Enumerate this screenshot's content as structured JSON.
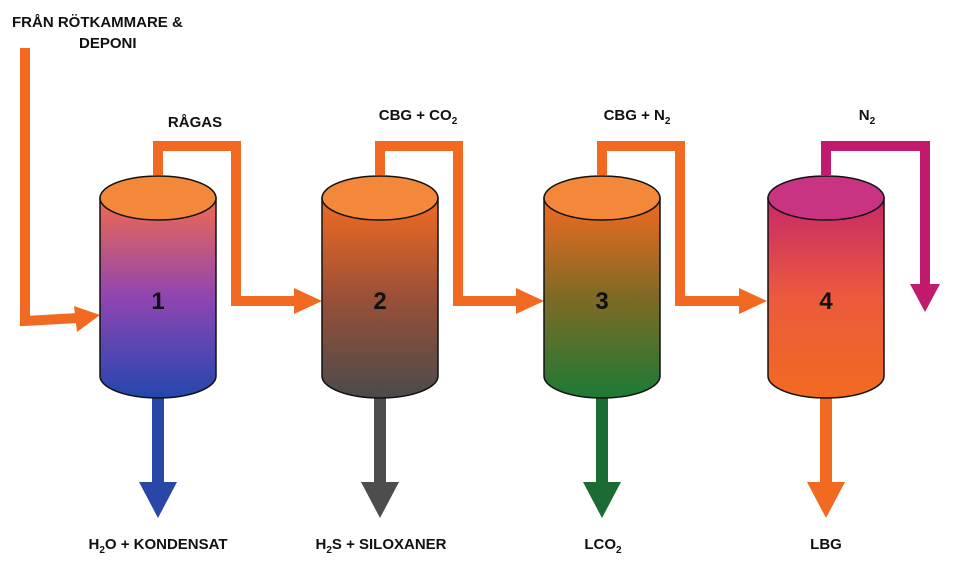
{
  "source_label": {
    "line1": "FRÅN RÖTKAMMARE &",
    "line2": "DEPONI"
  },
  "colors": {
    "orange": "#F26A21",
    "cap_orange": "#F3873A",
    "cap_magenta": "#C83482",
    "blue": "#2A47A8",
    "gray": "#4D4D4D",
    "green": "#1B6B34",
    "magenta": "#C21B6D"
  },
  "stages": [
    {
      "number": "1",
      "input_label": {
        "base": "RÅGAS",
        "sub": "",
        "suffix": ""
      },
      "output_label": {
        "base": "H",
        "sub": "2",
        "suffix": "O + KONDENSAT"
      },
      "output_color": "#2A47A8"
    },
    {
      "number": "2",
      "input_label": {
        "base": "CBG + CO",
        "sub": "2",
        "suffix": ""
      },
      "output_label": {
        "base": "H",
        "sub": "2",
        "suffix": "S + SILOXANER"
      },
      "output_color": "#4D4D4D"
    },
    {
      "number": "3",
      "input_label": {
        "base": "CBG + N",
        "sub": "2",
        "suffix": ""
      },
      "output_label": {
        "base": "LCO",
        "sub": "2",
        "suffix": ""
      },
      "output_color": "#1B6B34"
    },
    {
      "number": "4",
      "input_label": {
        "base": "N",
        "sub": "2",
        "suffix": ""
      },
      "output_label": {
        "base": "LBG",
        "sub": "",
        "suffix": ""
      },
      "output_color": "#F26A21"
    }
  ]
}
